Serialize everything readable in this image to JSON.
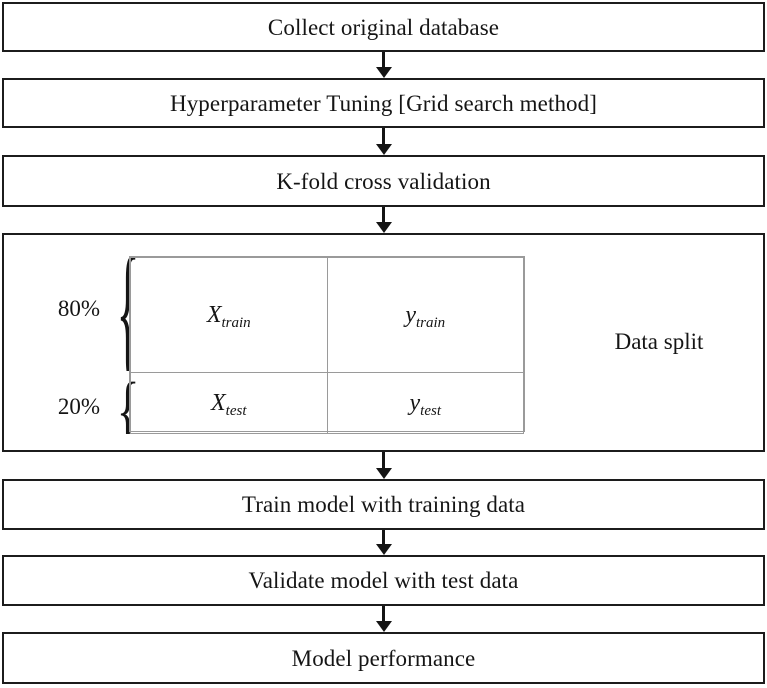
{
  "diagram": {
    "title": "Machine learning workflow flowchart",
    "type": "vertical-flowchart",
    "colors": {
      "box_border": "#1c1c1c",
      "inner_table_border": "#9a9a9a",
      "arrow": "#141414",
      "text": "#151515",
      "background": "#ffffff"
    },
    "steps": [
      {
        "id": "collect",
        "label": "Collect original database"
      },
      {
        "id": "tuning",
        "label": "Hyperparameter Tuning [Grid search method]"
      },
      {
        "id": "kfold",
        "label": "K-fold cross validation"
      },
      {
        "id": "data-split",
        "label": "Data split"
      },
      {
        "id": "train",
        "label": "Train model with training data"
      },
      {
        "id": "validate",
        "label": "Validate model with test data"
      },
      {
        "id": "performance",
        "label": "Model performance"
      }
    ],
    "connectors": [
      {
        "from": "collect",
        "to": "tuning",
        "glyph": "down-arrow"
      },
      {
        "from": "tuning",
        "to": "kfold",
        "glyph": "down-arrow"
      },
      {
        "from": "kfold",
        "to": "data-split",
        "glyph": "down-arrow"
      },
      {
        "from": "data-split",
        "to": "train",
        "glyph": "down-arrow"
      },
      {
        "from": "train",
        "to": "validate",
        "glyph": "down-arrow"
      },
      {
        "from": "validate",
        "to": "performance",
        "glyph": "down-arrow"
      }
    ],
    "data_split": {
      "title": "Data split",
      "brace_glyph": "{",
      "rows": [
        {
          "percent": "80%",
          "cells": [
            {
              "base": "X",
              "sub": "train"
            },
            {
              "base": "y",
              "sub": "train"
            }
          ]
        },
        {
          "percent": "20%",
          "cells": [
            {
              "base": "X",
              "sub": "test"
            },
            {
              "base": "y",
              "sub": "test"
            }
          ]
        }
      ]
    }
  }
}
